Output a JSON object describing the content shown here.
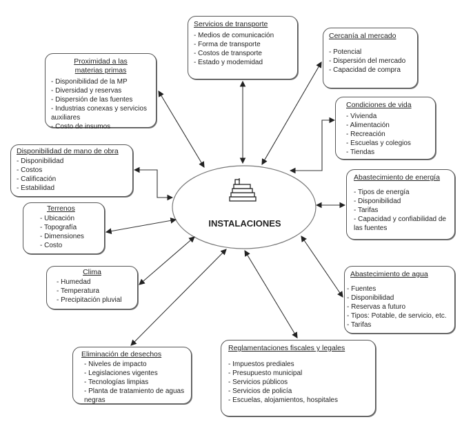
{
  "center": {
    "label": "INSTALACIONES",
    "icon": "building-stairs-icon"
  },
  "boxes": {
    "transporte": {
      "title": "Servicios de transporte",
      "items": [
        "Medios de comunicación",
        "Forma de transporte",
        "Costos de transporte",
        "Estado y modemidad"
      ]
    },
    "proximidad": {
      "title": "Proximidad a las materias primas",
      "items": [
        "Disponibilidad de la MP",
        "Diversidad y reservas",
        "Dispersión de las fuentes",
        "Industrias conexas y servicios auxiliares",
        "Costo de insumos"
      ]
    },
    "mercado": {
      "title": "Cercanía al mercado",
      "items": [
        "Potencial",
        "Dispersión del mercado",
        "Capacidad de compra"
      ]
    },
    "vida": {
      "title": "Condiciones de vida",
      "items": [
        "Vivienda",
        "Alimentación",
        "Recreación",
        "Escuelas y colegios",
        "Tiendas"
      ]
    },
    "mano_obra": {
      "title": "Disponibilidad de mano de obra",
      "items": [
        "Disponibilidad",
        "Costos",
        "Calificación",
        "Estabilidad"
      ]
    },
    "energia": {
      "title": "Abastecimiento de energía",
      "items": [
        "Tipos de energía",
        "Disponibilidad",
        "Tarifas",
        "Capacidad y confiabilidad de las fuentes"
      ]
    },
    "terrenos": {
      "title": "Terrenos",
      "items": [
        "Ubicación",
        "Topografía",
        "Dimensiones",
        "Costo"
      ]
    },
    "clima": {
      "title": "Clima",
      "items": [
        "Humedad",
        "Temperatura",
        "Precipitación pluvial"
      ]
    },
    "agua": {
      "title": "Abastecimiento de agua",
      "items": [
        "Fuentes",
        "Disponibilidad",
        "Reservas a futuro",
        "Tipos: Potable, de servicio, etc.",
        "Tarifas"
      ]
    },
    "desechos": {
      "title": "Eliminación de desechos",
      "items": [
        "Niveles de impacto",
        "Legislaciones vigentes",
        "Tecnologías limpias",
        "Planta de tratamiento de aguas negras"
      ]
    },
    "reglamentaciones": {
      "title": "Reglamentaciones fiscales y legales",
      "items": [
        "Impuestos prediales",
        "Presupuesto municipal",
        "Servicios públicos",
        "Servicios de policía",
        "Escuelas, alojamientos, hospitales"
      ]
    }
  }
}
